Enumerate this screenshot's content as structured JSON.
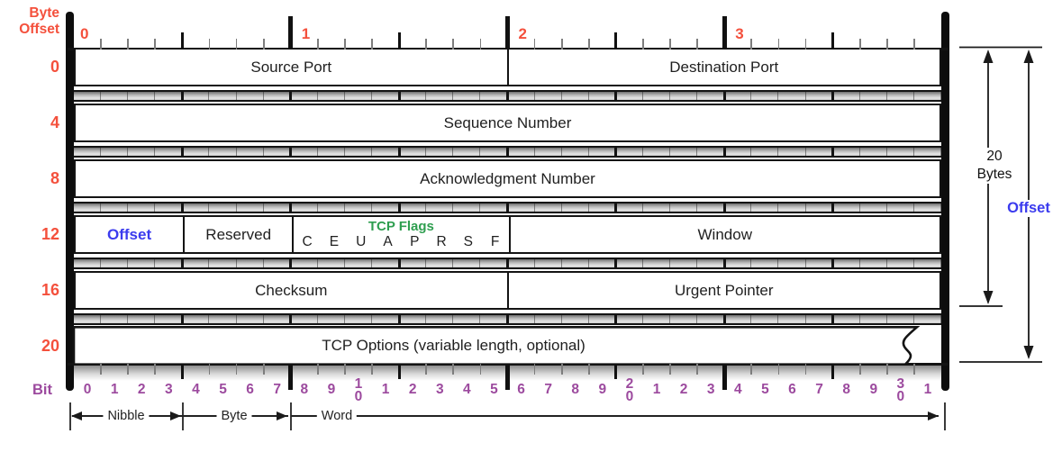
{
  "colors": {
    "orange": "#f4503c",
    "purple": "#9c4a9e",
    "blue": "#3b3bee",
    "green": "#2e9e4f"
  },
  "top_ruler": {
    "corner_label_line1": "Byte",
    "corner_label_line2": "Offset",
    "byte_numbers": [
      "0",
      "1",
      "2",
      "3"
    ]
  },
  "header_rows": [
    {
      "offset_label": "0",
      "fields": [
        {
          "label": "Source Port",
          "bits": 16
        },
        {
          "label": "Destination Port",
          "bits": 16
        }
      ]
    },
    {
      "offset_label": "4",
      "fields": [
        {
          "label": "Sequence Number",
          "bits": 32
        }
      ]
    },
    {
      "offset_label": "8",
      "fields": [
        {
          "label": "Acknowledgment Number",
          "bits": 32
        }
      ]
    },
    {
      "offset_label": "12",
      "fields": [
        {
          "label": "Offset",
          "bits": 4,
          "color": "blue"
        },
        {
          "label": "Reserved",
          "bits": 4
        },
        {
          "label": "TCP Flags",
          "bits": 8,
          "type": "flags"
        },
        {
          "label": "Window",
          "bits": 16
        }
      ]
    },
    {
      "offset_label": "16",
      "fields": [
        {
          "label": "Checksum",
          "bits": 16
        },
        {
          "label": "Urgent Pointer",
          "bits": 16
        }
      ]
    },
    {
      "offset_label": "20",
      "torn": true,
      "fields": [
        {
          "label": "TCP Options (variable length, optional)",
          "bits": 32
        }
      ]
    }
  ],
  "flags": {
    "title": "TCP Flags",
    "letters": [
      "C",
      "E",
      "U",
      "A",
      "P",
      "R",
      "S",
      "F"
    ]
  },
  "bottom_ruler": {
    "label": "Bit",
    "numbers": [
      "0",
      "1",
      "2",
      "3",
      "4",
      "5",
      "6",
      "7",
      "8",
      "9",
      "10",
      "1",
      "2",
      "3",
      "4",
      "5",
      "6",
      "7",
      "8",
      "9",
      "20",
      "1",
      "2",
      "3",
      "4",
      "5",
      "6",
      "7",
      "8",
      "9",
      "30",
      "1"
    ]
  },
  "measures": {
    "nibble": "Nibble",
    "byte": "Byte",
    "word": "Word"
  },
  "right_annotations": {
    "bytes_line1": "20",
    "bytes_line2": "Bytes",
    "offset": "Offset"
  }
}
